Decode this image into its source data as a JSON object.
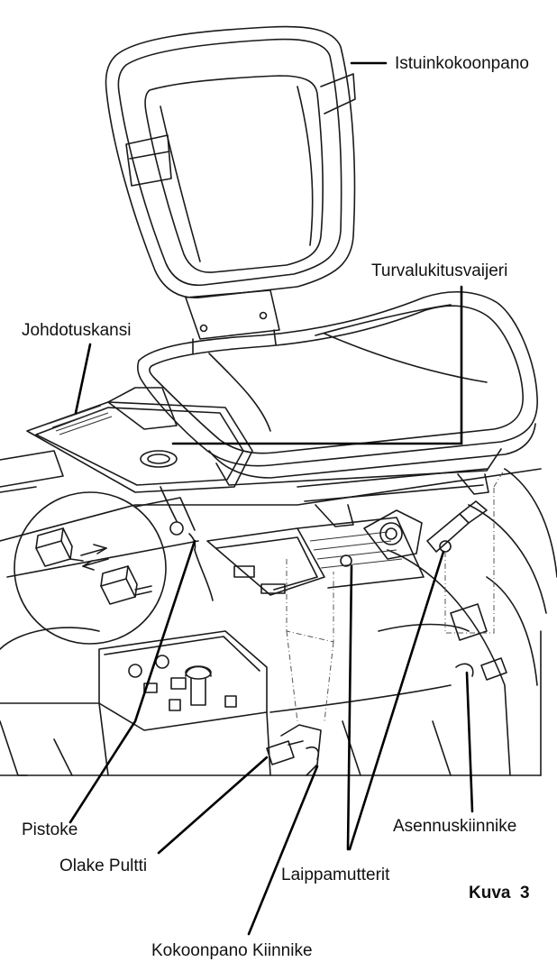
{
  "labels": {
    "seat_assembly": "Istuinkokoonpano",
    "safety_interlock_cable": "Turvalukitusvaijeri",
    "wiring_cover": "Johdotuskansi",
    "connector": "Pistoke",
    "shoulder_bolt": "Olake Pultti",
    "flange_nuts": "Laippamutterit",
    "mounting_bracket": "Asennuskiinnike",
    "assembly_bracket": "Kokoonpano Kiinnike"
  },
  "figure_caption": "Kuva  3",
  "colors": {
    "line": "#1a1a1a",
    "leader": "#000000",
    "background": "#ffffff"
  }
}
